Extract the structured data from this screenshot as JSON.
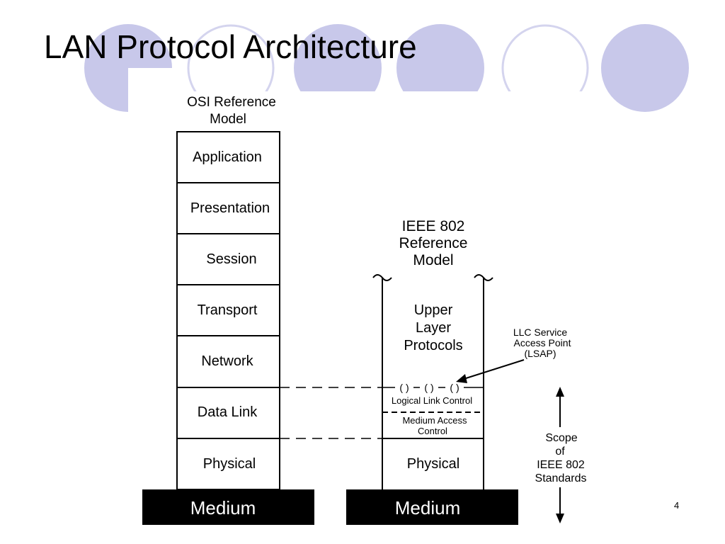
{
  "slide": {
    "title": "LAN Protocol Architecture",
    "page_number": "4"
  },
  "osi": {
    "heading_line1": "OSI Reference",
    "heading_line2": "Model",
    "layers": [
      "Application",
      "Presentation",
      "Session",
      "Transport",
      "Network",
      "Data Link",
      "Physical"
    ],
    "medium": "Medium"
  },
  "ieee": {
    "heading_line1": "IEEE 802",
    "heading_line2": "Reference",
    "heading_line3": "Model",
    "upper_line1": "Upper",
    "upper_line2": "Layer",
    "upper_line3": "Protocols",
    "sap_glyph": "( )",
    "llc": "Logical Link Control",
    "mac_line1": "Medium Access",
    "mac_line2": "Control",
    "physical": "Physical",
    "medium": "Medium"
  },
  "lsap_callout": {
    "line1": "LLC Service",
    "line2": "Access Point",
    "line3": "(LSAP)"
  },
  "scope": {
    "line1": "Scope",
    "line2": "of",
    "line3": "IEEE 802",
    "line4": "Standards"
  },
  "colors": {
    "decor_circle": "#c8c8ea",
    "decor_ring": "#d4d4ee",
    "medium_fill": "#000000",
    "medium_text": "#ffffff"
  }
}
